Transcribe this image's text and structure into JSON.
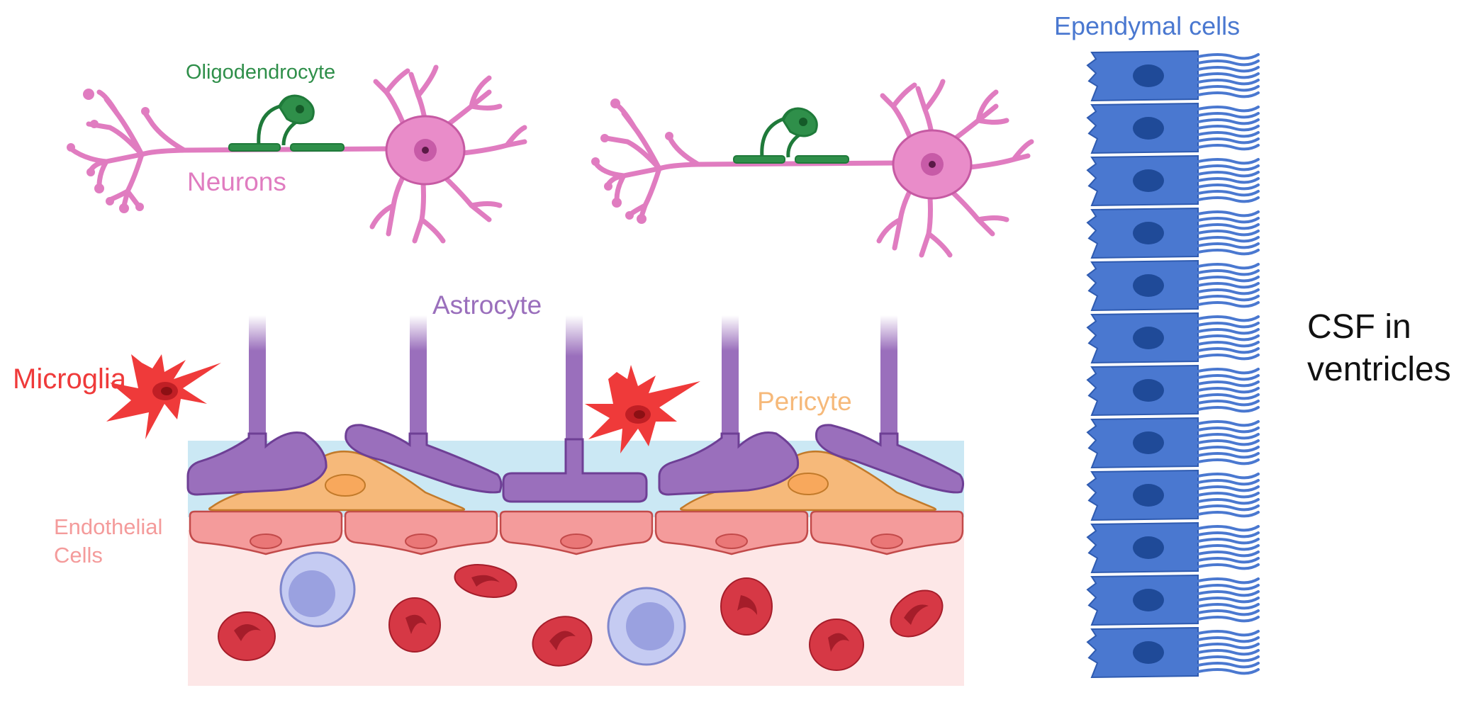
{
  "labels": {
    "oligodendrocyte": "Oligodendrocyte",
    "neurons": "Neurons",
    "astrocyte": "Astrocyte",
    "microglia": "Microglia",
    "pericyte": "Pericyte",
    "endothelial_line1": "Endothelial",
    "endothelial_line2": "Cells",
    "ependymal": "Ependymal cells",
    "csf_line1": "CSF in",
    "csf_line2": "ventricles"
  },
  "colors": {
    "neuron": "#e07cc0",
    "neuron_fill": "#e98cc9",
    "oligodendrocyte": "#2f8f4a",
    "astrocyte": "#9a6fbc",
    "astrocyte_stroke": "#6e3f95",
    "microglia": "#ef3a3a",
    "pericyte": "#f6b97a",
    "endothelial": "#f49b9b",
    "basement_membrane": "#cbe8f4",
    "blood": "#fde7e7",
    "red_blood_cell": "#d63845",
    "leukocyte": "#a8aee6",
    "ependymal": "#4a78d0",
    "ependymal_nucleus": "#1f4a98",
    "csf_text": "#111111"
  },
  "cells": {
    "neuron_count": 2,
    "oligodendrocyte_count": 2,
    "astrocyte_endfeet_count": 5,
    "microglia_count": 2,
    "pericyte_count": 2,
    "endothelial_count": 5,
    "red_blood_cell_count": 7,
    "leukocyte_count": 2,
    "ependymal_count": 12
  }
}
